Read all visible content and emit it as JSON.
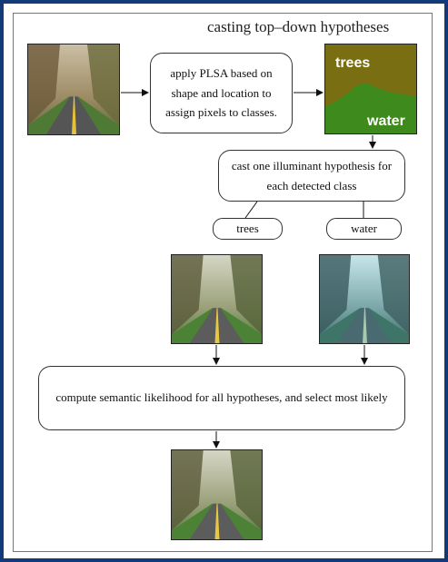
{
  "diagram": {
    "title": "casting top–down hypotheses",
    "steps": {
      "plsa": "apply PLSA based on shape and location to assign pixels to classes.",
      "illuminant": "cast one illuminant hypothesis for each detected class",
      "compute": "compute semantic likelihood for all hypotheses, and select most likely"
    },
    "hypotheses": [
      "trees",
      "water"
    ],
    "segmentation": {
      "labels": [
        "trees",
        "water"
      ],
      "colors": {
        "trees": "#7a6e12",
        "water": "#3f8a1c"
      }
    }
  }
}
